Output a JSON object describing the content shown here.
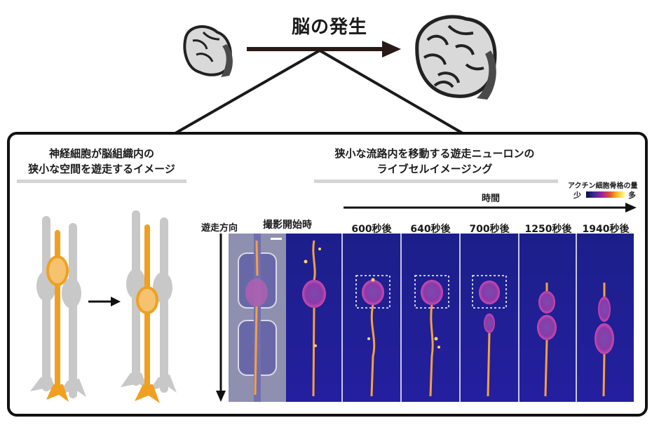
{
  "title": "脳の発生",
  "left_panel": {
    "caption_line1": "神経細胞が脳組織内の",
    "caption_line2": "狭小な空間を遊走するイメージ"
  },
  "right_panel": {
    "caption_line1": "狭小な流路内を移動する遊走ニューロンの",
    "caption_line2": "ライブセルイメージング",
    "time_axis_label": "時間",
    "direction_label": "遊走方向",
    "colorbar_title": "アクチン細胞骨格の量",
    "colorbar_low": "少",
    "colorbar_high": "多",
    "frames": [
      "撮影開始時",
      "600秒後",
      "640秒後",
      "700秒後",
      "1250秒後",
      "1940秒後"
    ]
  },
  "colors": {
    "neuron_orange": "#f0a020",
    "neuron_gray": "#c8c8c8",
    "fluor_bg": "#1c1f9a",
    "frame_border": "#111111"
  }
}
